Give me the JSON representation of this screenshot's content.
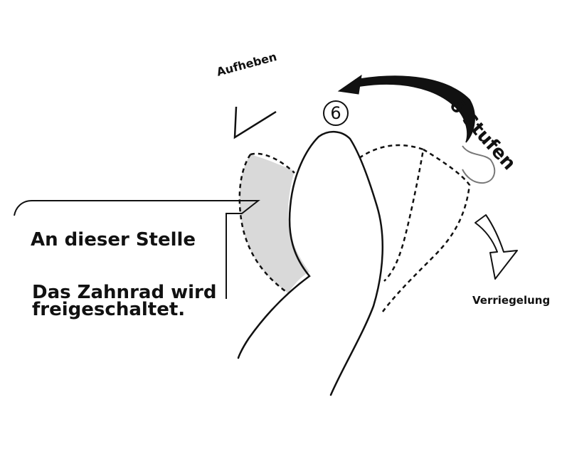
{
  "labels": {
    "lift": "Aufheben",
    "steps": "6 Stufen",
    "lock": "Verriegelung",
    "step_number": "6"
  },
  "callout": {
    "line1": "An dieser Stelle",
    "line2": "Das Zahnrad wird freigeschaltet."
  },
  "colors": {
    "stroke": "#111111",
    "highlight_fill": "#d9d9d9",
    "background": "#ffffff"
  },
  "icons": {
    "rotation_arrow": "curved-arrow-left",
    "lift_indicator": "check-mark",
    "lock_indicator": "down-arrow-outline"
  }
}
